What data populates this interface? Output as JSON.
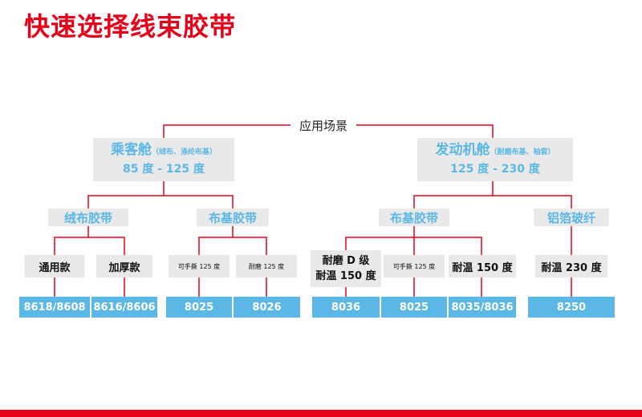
{
  "title": "快速选择线束胶带",
  "root": "应用场景",
  "cabins": [
    {
      "name": "乘客舱",
      "material": "（绒布、涤纶布基）",
      "range": "85 度 - 125 度"
    },
    {
      "name": "发动机舱",
      "material": "（耐磨布基、袖套）",
      "range": "125 度 - 230 度"
    }
  ],
  "categories": [
    "绒布胶带",
    "布基胶带",
    "布基胶带",
    "铝箔玻纤"
  ],
  "types": [
    "通用款",
    "加厚款",
    "可手撕 125 度",
    "耐磨 125 度",
    {
      "line1": "耐磨 D 级",
      "line2": "耐温 150 度"
    },
    "可手撕 125 度",
    "耐温 150 度",
    "耐温 230 度"
  ],
  "products": [
    "8618/8608",
    "8616/8606",
    "8025",
    "8026",
    "8036",
    "8025",
    "8035/8036",
    "8250"
  ],
  "colors": {
    "accent_red": "#e6001a",
    "blue": "#5bb8e6",
    "gray": "#e9e9e9"
  }
}
